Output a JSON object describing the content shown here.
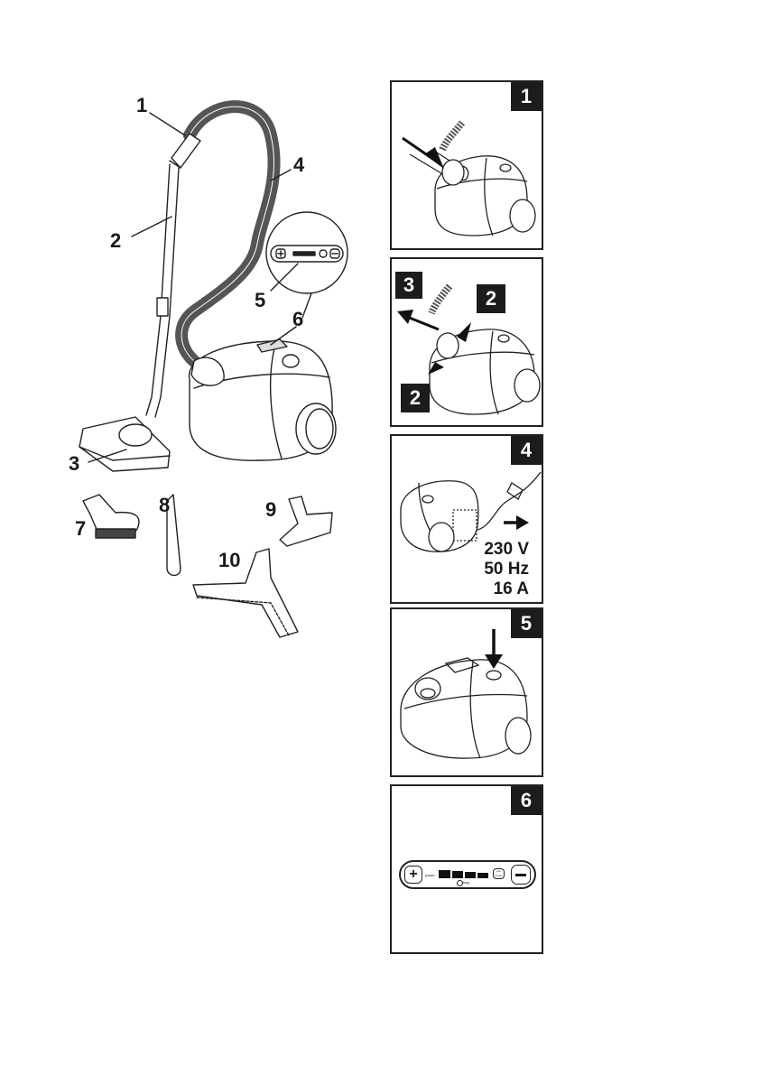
{
  "overview": {
    "parts": [
      {
        "number": "1",
        "name": "handle"
      },
      {
        "number": "2",
        "name": "telescopic-tube"
      },
      {
        "number": "3",
        "name": "floor-nozzle"
      },
      {
        "number": "4",
        "name": "hose"
      },
      {
        "number": "5",
        "name": "bag-indicator"
      },
      {
        "number": "6",
        "name": "control-panel"
      },
      {
        "number": "7",
        "name": "dusting-brush"
      },
      {
        "number": "8",
        "name": "crevice-nozzle"
      },
      {
        "number": "9",
        "name": "upholstery-nozzle"
      },
      {
        "number": "10",
        "name": "parquet-nozzle"
      }
    ]
  },
  "steps": [
    {
      "number": "1"
    },
    {
      "number": "2",
      "sub_badges": [
        "3",
        "2",
        "2"
      ]
    },
    {
      "number": "4",
      "specs": [
        "230 V",
        "50 Hz",
        "16 A"
      ]
    },
    {
      "number": "5"
    },
    {
      "number": "6",
      "panel_labels": {
        "plus": "+",
        "minus": "−",
        "power": "power",
        "eco": "eco power",
        "bag": "bag"
      }
    }
  ],
  "colors": {
    "ink": "#1a1a1a",
    "badge_bg": "#1c1c1c",
    "badge_text": "#ffffff",
    "paper": "#ffffff"
  }
}
